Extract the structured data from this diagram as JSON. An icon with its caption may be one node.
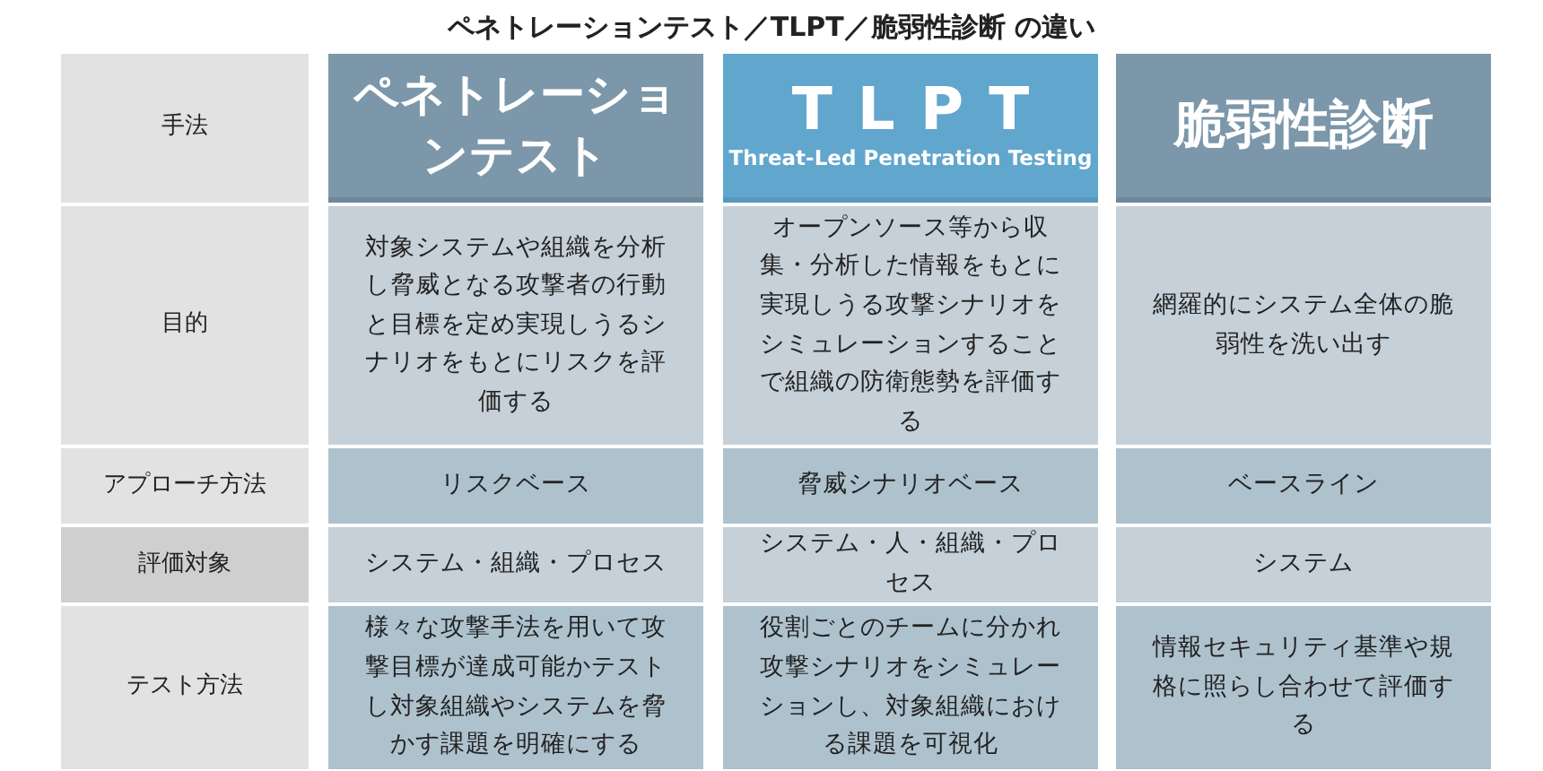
{
  "diagram": {
    "title": "ペネトレーションテスト／TLPT／脆弱性診断 の違い",
    "labels": [
      "手法",
      "ペネトレーションテスト",
      "TLPT",
      "Threat-Led Penetration Testing",
      "脆弱性診断",
      "目的",
      "対象システムや組織を分析し脅威となる攻撃者の行動と目標を定め実現しうるシナリオをもとにリスクを評価する",
      "オープンソース等から収集・分析した情報をもとに実現しうる攻撃シナリオをシミュレーションすることで組織の防衛態勢を評価する",
      "網羅的にシステム全体の脆弱性を洗い出す",
      "アプローチ方法",
      "リスクベース",
      "脅威シナリオベース",
      "ベースライン",
      "評価対象",
      "システム・組織・プロセス",
      "システム・人・組織・プロセス",
      "システム",
      "テスト方法",
      "様々な攻撃手法を用いて攻撃目標が達成可能かテストし対象組織やシステムを脅かす課題を明確にする",
      "役割ごとのチームに分かれ攻撃シナリオをシミュレーションし、対象組織における課題を可視化",
      "情報セキュリティ基準や規格に照らし合わせて評価する"
    ]
  }
}
